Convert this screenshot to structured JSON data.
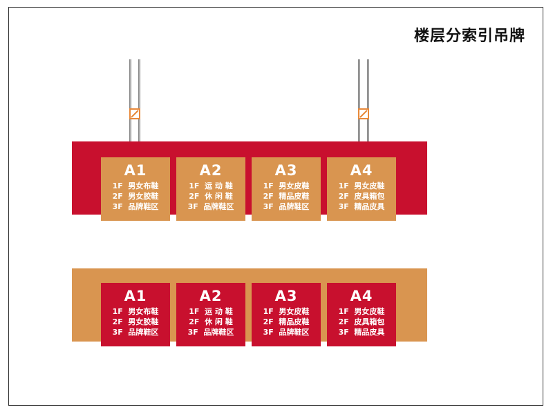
{
  "title": "楼层分索引吊牌",
  "colors": {
    "red": "#c8102e",
    "orange": "#d99550",
    "pole": "#bdbdbd",
    "hook": "#e8893a"
  },
  "signs": [
    {
      "style": "red-banner-orange-cards",
      "cards": [
        {
          "code": "A1",
          "rows": [
            "1F  男女布鞋",
            "2F  男女胶鞋",
            "3F  品牌鞋区"
          ]
        },
        {
          "code": "A2",
          "rows": [
            "1F  运 动 鞋",
            "2F  休 闲 鞋",
            "3F  品牌鞋区"
          ]
        },
        {
          "code": "A3",
          "rows": [
            "1F  男女皮鞋",
            "2F  精品皮鞋",
            "3F  品牌鞋区"
          ]
        },
        {
          "code": "A4",
          "rows": [
            "1F  男女皮鞋",
            "2F  皮具箱包",
            "3F  精品皮具"
          ]
        }
      ]
    },
    {
      "style": "orange-banner-red-cards",
      "cards": [
        {
          "code": "A1",
          "rows": [
            "1F  男女布鞋",
            "2F  男女胶鞋",
            "3F  品牌鞋区"
          ]
        },
        {
          "code": "A2",
          "rows": [
            "1F  运 动 鞋",
            "2F  休 闲 鞋",
            "3F  品牌鞋区"
          ]
        },
        {
          "code": "A3",
          "rows": [
            "1F  男女皮鞋",
            "2F  精品皮鞋",
            "3F  品牌鞋区"
          ]
        },
        {
          "code": "A4",
          "rows": [
            "1F  男女皮鞋",
            "2F  皮具箱包",
            "3F  精品皮具"
          ]
        }
      ]
    }
  ]
}
